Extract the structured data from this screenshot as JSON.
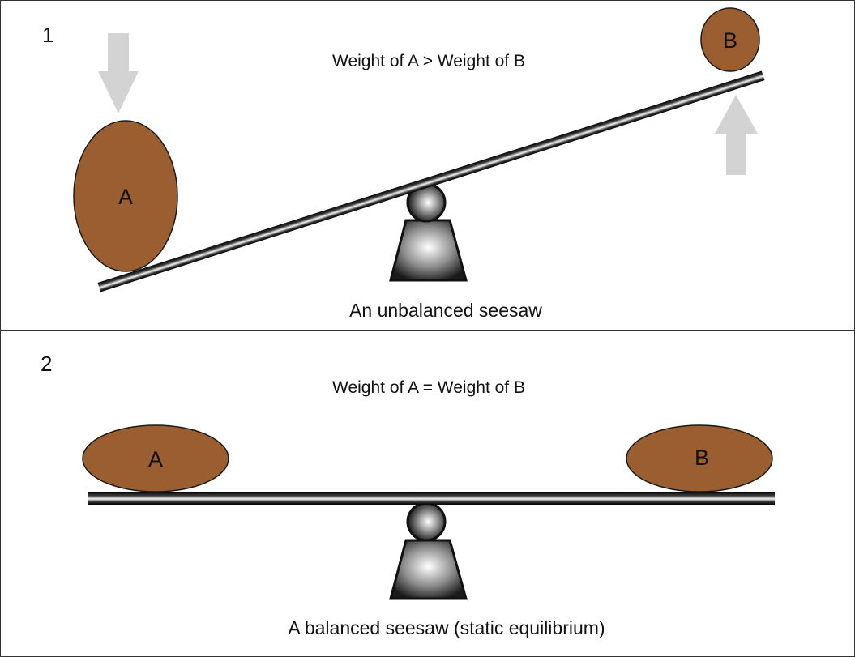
{
  "colors": {
    "weight_fill": "#9a5e31",
    "weight_stroke": "#1a1a1a",
    "arrow": "#d3d3d3",
    "panel_border": "#333333"
  },
  "panel1": {
    "number": "1",
    "heading": "Weight of A > Weight of B",
    "caption": "An unbalanced seesaw",
    "weight_a": "A",
    "weight_b": "B",
    "arrow_a": "down-arrow-icon",
    "arrow_b": "up-arrow-icon"
  },
  "panel2": {
    "number": "2",
    "heading": "Weight of A = Weight of B",
    "caption": "A balanced seesaw (static equilibrium)",
    "weight_a": "A",
    "weight_b": "B"
  }
}
